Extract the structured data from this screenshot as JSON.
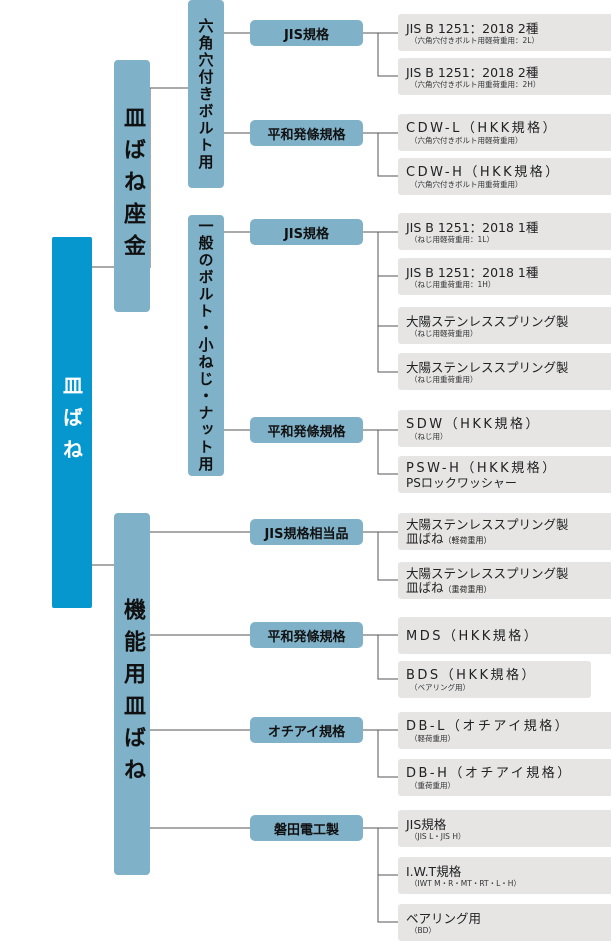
{
  "root": {
    "label": "皿ばね"
  },
  "categories": [
    {
      "label": "皿ばね座金"
    },
    {
      "label": "機能用皿ばね"
    }
  ],
  "subcategories": [
    {
      "label": "六角穴付きボルト用"
    },
    {
      "label": "一般のボルト・小ねじ・ナット用"
    }
  ],
  "standards": [
    {
      "label": "JIS規格"
    },
    {
      "label": "平和発條規格"
    },
    {
      "label": "JIS規格"
    },
    {
      "label": "平和発條規格"
    },
    {
      "label": "JIS規格相当品"
    },
    {
      "label": "平和発條規格"
    },
    {
      "label": "オチアイ規格"
    },
    {
      "label": "磐田電工製"
    }
  ],
  "items": [
    {
      "title": "JIS B 1251：2018 2種",
      "sub": "（六角穴付きボルト用軽荷重用：2L）"
    },
    {
      "title": "JIS B 1251：2018 2種",
      "sub": "（六角穴付きボルト用重荷重用：2H）"
    },
    {
      "title": "CDW-L（HKK規格）",
      "sub": "（六角穴付きボルト用軽荷重用）"
    },
    {
      "title": "CDW-H（HKK規格）",
      "sub": "（六角穴付きボルト用重荷重用）"
    },
    {
      "title": "JIS B 1251：2018 1種",
      "sub": "（ねじ用軽荷重用：1L）"
    },
    {
      "title": "JIS B 1251：2018 1種",
      "sub": "（ねじ用重荷重用：1H）"
    },
    {
      "title": "大陽ステンレススプリング製",
      "sub": "（ねじ用軽荷重用）"
    },
    {
      "title": "大陽ステンレススプリング製",
      "sub": "（ねじ用重荷重用）"
    },
    {
      "title": "SDW（HKK規格）",
      "sub": "（ねじ用）"
    },
    {
      "title": "PSW-H（HKK規格）",
      "sub": "PSロックワッシャー"
    },
    {
      "title": "大陽ステンレススプリング製",
      "line2": "皿ばね",
      "note": "（軽荷重用）"
    },
    {
      "title": "大陽ステンレススプリング製",
      "line2": "皿ばね",
      "note": "（重荷重用）"
    },
    {
      "title": "MDS（HKK規格）",
      "sub": ""
    },
    {
      "title": "BDS（HKK規格）",
      "sub": "（ベアリング用）"
    },
    {
      "title": "DB-L（オチアイ規格）",
      "sub": "（軽荷重用）"
    },
    {
      "title": "DB-H（オチアイ規格）",
      "sub": "（重荷重用）"
    },
    {
      "title": "JIS規格",
      "sub": "（JIS L・JIS H）"
    },
    {
      "title": "I.W.T規格",
      "sub": "（IWT M・R・MT・RT・L・H）"
    },
    {
      "title": "ベアリング用",
      "sub": "（BD）"
    }
  ]
}
